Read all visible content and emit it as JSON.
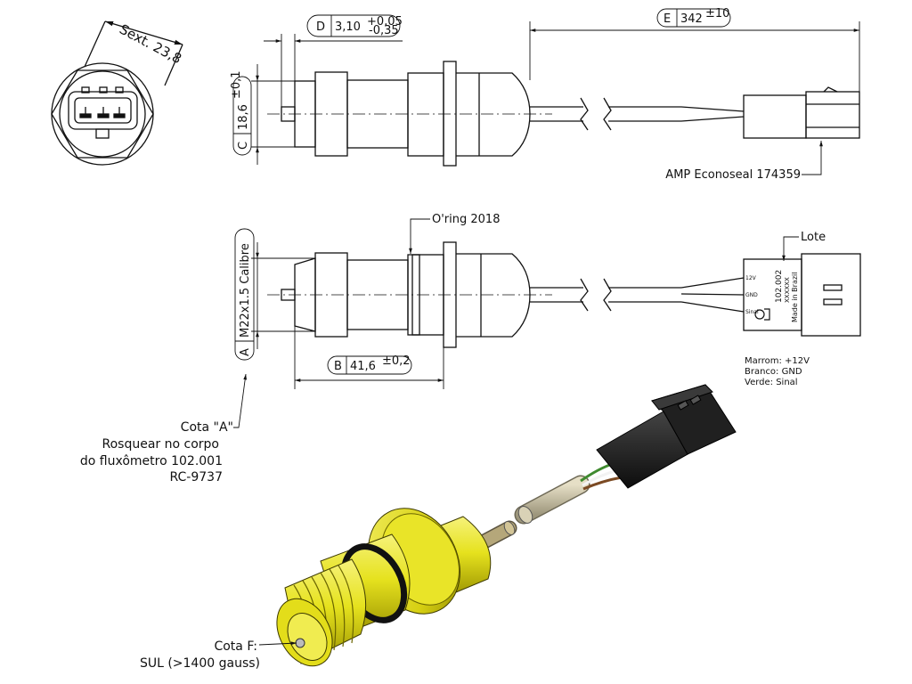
{
  "top_view": {
    "hex": {
      "letter": "",
      "text": "Sext. 23,8"
    },
    "dim_d": {
      "letter": "D",
      "value": "3,10",
      "tol_upper": "+0,05",
      "tol_lower": "-0,35"
    },
    "dim_e": {
      "letter": "E",
      "value": "342",
      "tol": "±10"
    },
    "dim_c": {
      "letter": "C",
      "value": "18,6",
      "tol": "±0,1"
    },
    "connector_label": "AMP Econoseal 174359"
  },
  "side_view": {
    "oring_label": "O'ring 2018",
    "lote_label": "Lote",
    "dim_a": {
      "letter": "A",
      "value": "M22x1.5 Calibre"
    },
    "dim_b": {
      "letter": "B",
      "value": "41,6",
      "tol": "±0,2"
    },
    "connector": {
      "pin_12v": "12V",
      "pin_gnd": "GND",
      "pin_signal": "Sinal",
      "part_no": "102.002",
      "serial": "XXXXXX",
      "made_in": "Made in Brazil"
    },
    "wire_legend": [
      "Marrom: +12V",
      "Branco: GND",
      "Verde: Sinal"
    ]
  },
  "notes": {
    "cota_a": [
      "Cota \"A\"",
      "Rosquear no corpo",
      "do fluxômetro 102.001",
      "RC-9737"
    ],
    "cota_f": [
      "Cota F:",
      "SUL (>1400 gauss)"
    ]
  },
  "colors": {
    "line": "#111111",
    "sensor_body": "#e6e21e",
    "sensor_shadow": "#8a8500",
    "oring": "#141414",
    "cable": "#c9c1a5",
    "connector": "#1a1a1a",
    "shaft": "#b5a77a"
  }
}
